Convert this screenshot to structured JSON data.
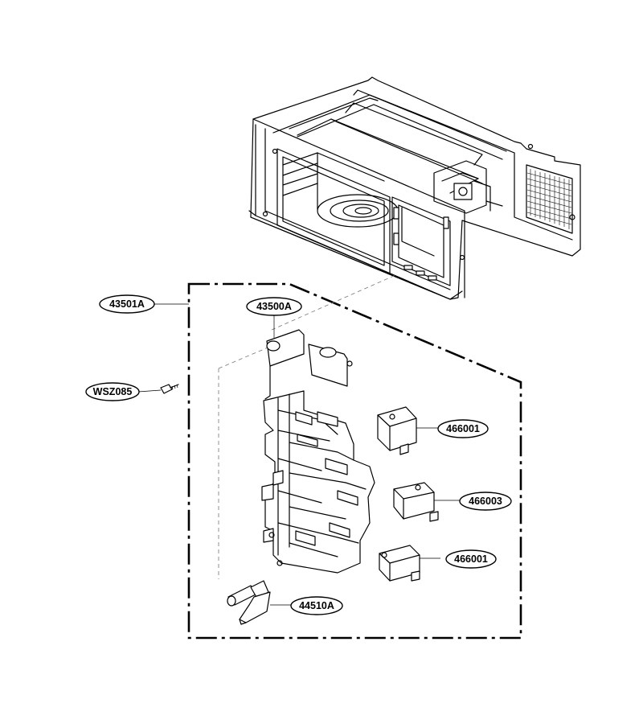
{
  "parts": {
    "door_frame_assembly": "43501A",
    "latch_board": "43500A",
    "screw": "WSZ085",
    "switch_upper": "466001",
    "switch_middle": "466003",
    "switch_lower": "466001",
    "door_lever": "44510A"
  }
}
